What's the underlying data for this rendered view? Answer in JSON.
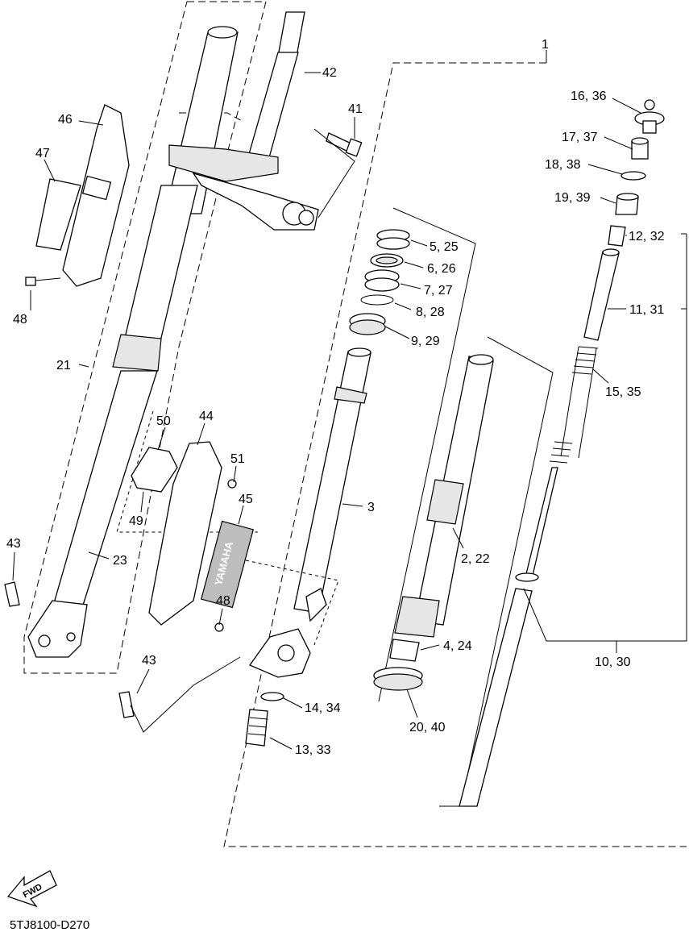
{
  "diagram": {
    "drawing_code": "5TJ8100-D270",
    "fwd_label": "FWD",
    "part_labels": [
      {
        "id": "1",
        "text": "1"
      },
      {
        "id": "42",
        "text": "42"
      },
      {
        "id": "41",
        "text": "41"
      },
      {
        "id": "46",
        "text": "46"
      },
      {
        "id": "47",
        "text": "47"
      },
      {
        "id": "48a",
        "text": "48"
      },
      {
        "id": "21",
        "text": "21"
      },
      {
        "id": "50",
        "text": "50"
      },
      {
        "id": "44",
        "text": "44"
      },
      {
        "id": "51",
        "text": "51"
      },
      {
        "id": "49",
        "text": "49"
      },
      {
        "id": "45",
        "text": "45"
      },
      {
        "id": "43a",
        "text": "43"
      },
      {
        "id": "23",
        "text": "23"
      },
      {
        "id": "48b",
        "text": "48"
      },
      {
        "id": "43b",
        "text": "43"
      },
      {
        "id": "3",
        "text": "3"
      },
      {
        "id": "5_25",
        "text": "5, 25"
      },
      {
        "id": "6_26",
        "text": "6, 26"
      },
      {
        "id": "7_27",
        "text": "7, 27"
      },
      {
        "id": "8_28",
        "text": "8, 28"
      },
      {
        "id": "9_29",
        "text": "9, 29"
      },
      {
        "id": "2_22",
        "text": "2, 22"
      },
      {
        "id": "4_24",
        "text": "4, 24"
      },
      {
        "id": "20_40",
        "text": "20, 40"
      },
      {
        "id": "14_34",
        "text": "14, 34"
      },
      {
        "id": "13_33",
        "text": "13, 33"
      },
      {
        "id": "16_36",
        "text": "16, 36"
      },
      {
        "id": "17_37",
        "text": "17, 37"
      },
      {
        "id": "18_38",
        "text": "18, 38"
      },
      {
        "id": "19_39",
        "text": "19, 39"
      },
      {
        "id": "12_32",
        "text": "12, 32"
      },
      {
        "id": "11_31",
        "text": "11, 31"
      },
      {
        "id": "15_35",
        "text": "15, 35"
      },
      {
        "id": "10_30",
        "text": "10, 30"
      }
    ],
    "brand_decal_text": "YAMAHA"
  }
}
